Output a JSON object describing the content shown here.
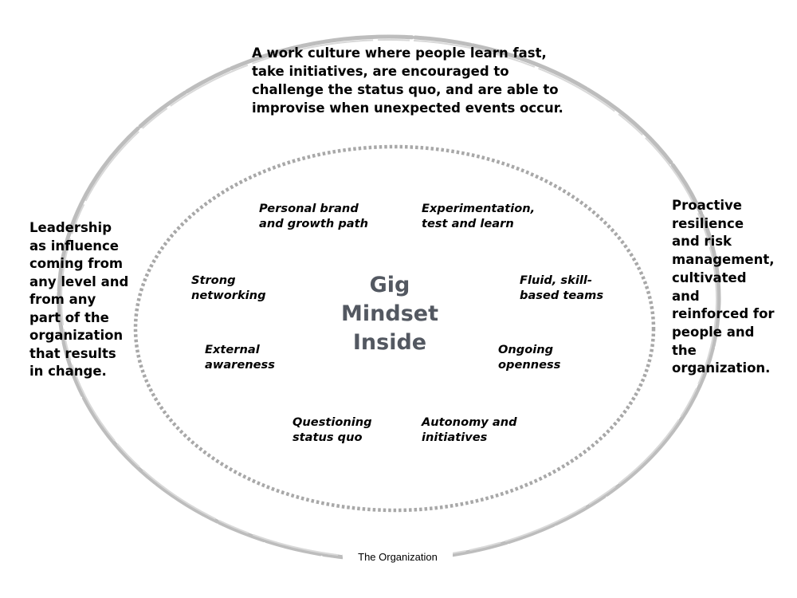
{
  "outer_text": {
    "top": "A work culture where people learn fast,\ntake initiatives, are encouraged to\nchallenge the status quo, and are able to\nimprovise when unexpected events occur.",
    "left": "Leadership\nas influence\ncoming from\nany level and\nfrom any\npart of the\norganization\nthat results\nin change.",
    "right": "Proactive\nresilience\nand risk\nmanagement,\ncultivated\nand\nreinforced for\npeople and\nthe\norganization."
  },
  "center": {
    "title": "Gig\nMindset\nInside"
  },
  "traits": {
    "personal_brand": "Personal brand\nand growth path",
    "experimentation": "Experimentation,\ntest and learn",
    "strong_networking": "Strong\nnetworking",
    "fluid_teams": "Fluid, skill-\nbased teams",
    "external_awareness": "External\nawareness",
    "ongoing_openness": "Ongoing\nopenness",
    "questioning": "Questioning\nstatus quo",
    "autonomy": "Autonomy and\ninitiatives"
  },
  "footer": {
    "label": "The Organization"
  },
  "colors": {
    "outer_ring": "#bdbdbd",
    "inner_ring": "#a8a8a8",
    "center_text": "#535861"
  }
}
